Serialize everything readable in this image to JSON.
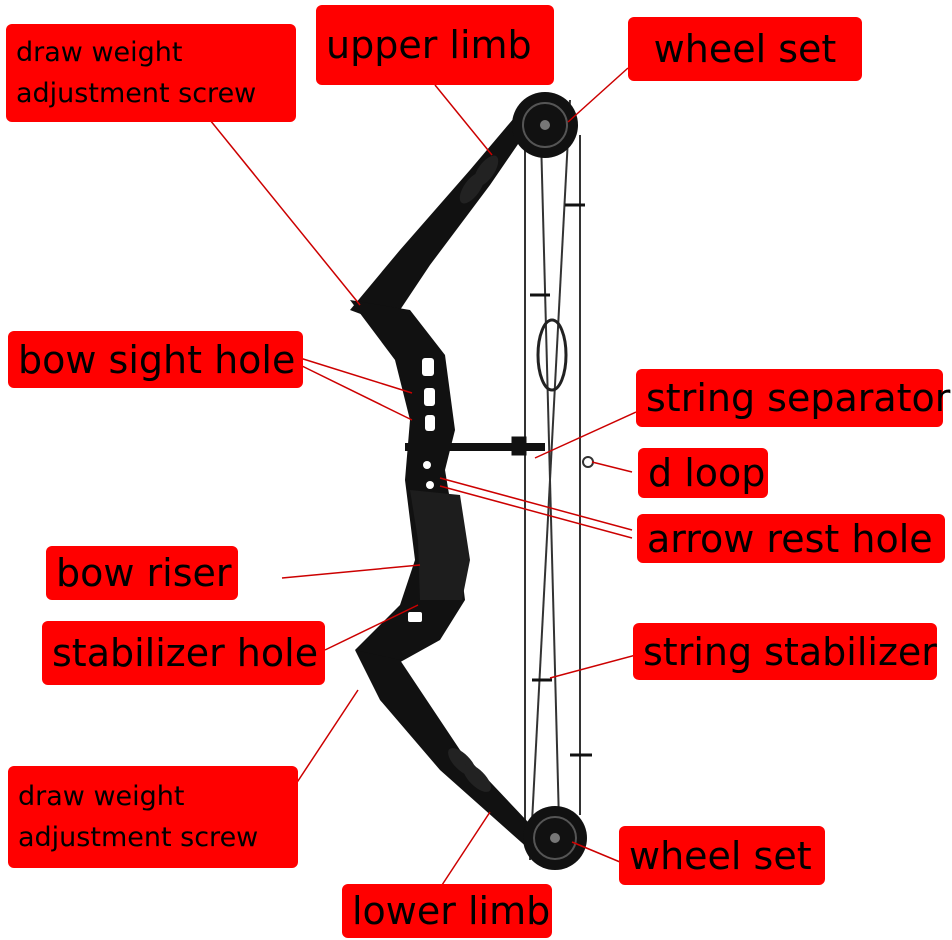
{
  "colors": {
    "label_bg": "#ff0000",
    "label_text": "#000000",
    "leader_line": "#cc0000",
    "bow": "#111111",
    "string": "#333333"
  },
  "labels": {
    "draw_weight_top": {
      "line1": "draw weight",
      "line2": "adjustment screw"
    },
    "upper_limb": "upper limb",
    "wheel_set_top": "wheel set",
    "bow_sight_hole": "bow sight hole",
    "string_separator": "string separator",
    "d_loop": "d loop",
    "arrow_rest_hole": "arrow rest hole",
    "bow_riser": "bow riser",
    "stabilizer_hole": "stabilizer hole",
    "string_stabilizer": "string stabilizer",
    "draw_weight_bottom": {
      "line1": "draw weight",
      "line2": "adjustment screw"
    },
    "wheel_set_bottom": "wheel set",
    "lower_limb": "lower limb"
  }
}
